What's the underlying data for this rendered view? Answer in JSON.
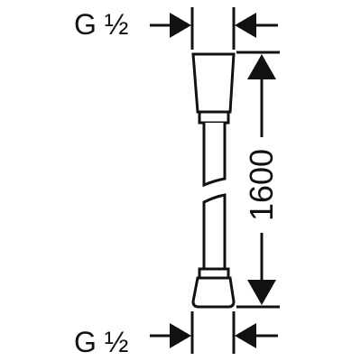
{
  "drawing": {
    "top_connection_thread": "G ½",
    "bottom_connection_thread": "G ½",
    "hose_length": "1600"
  }
}
